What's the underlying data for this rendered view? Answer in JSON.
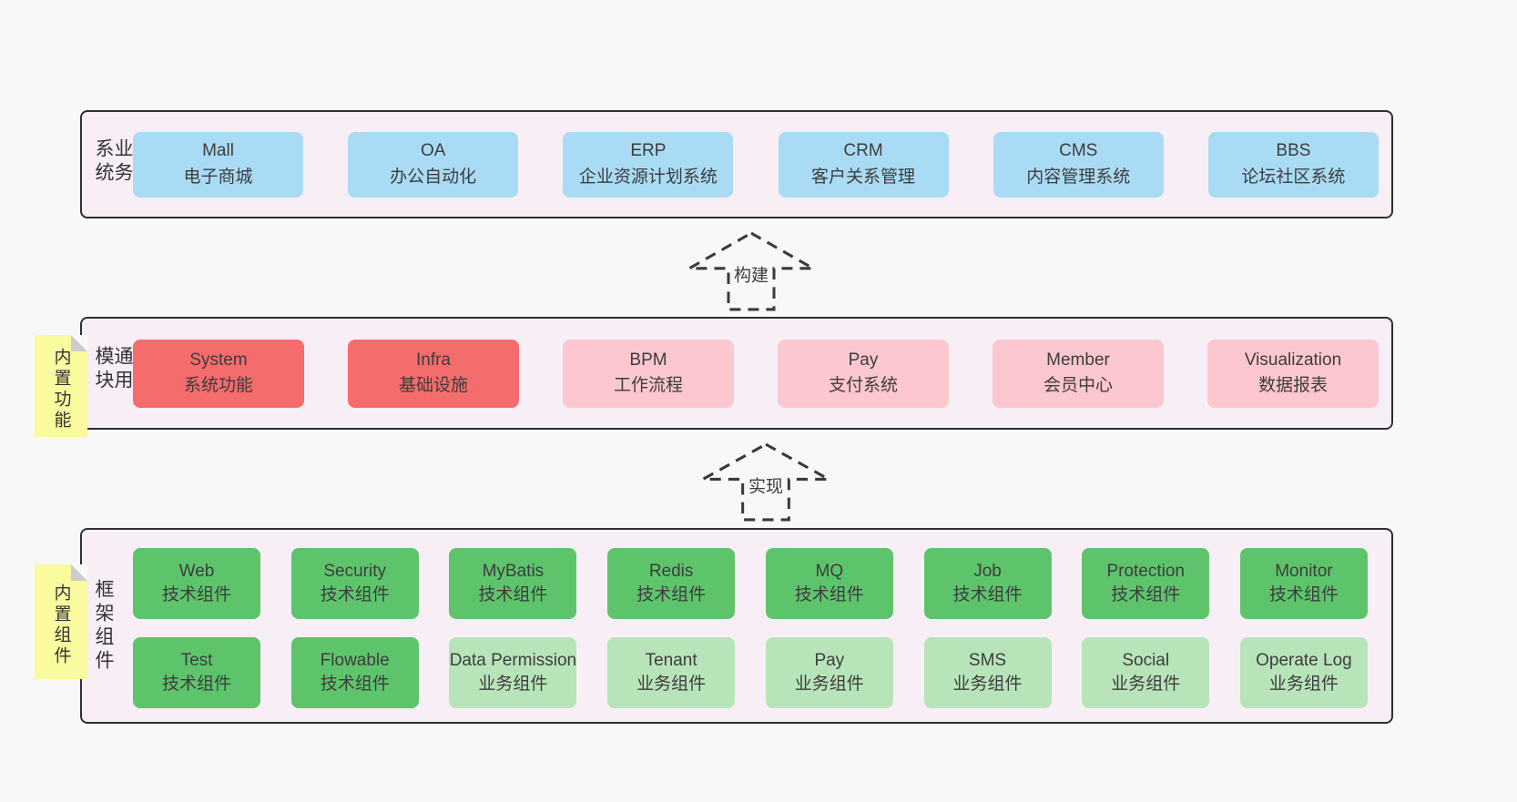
{
  "colors": {
    "page_bg": "#f8f8f8",
    "panel_bg": "#f8eef6",
    "panel_border": "#2f2f2f",
    "blue": "#a9dbf5",
    "red": "#f56c6c",
    "pink": "#fcc7cf",
    "green_dark": "#5ec46c",
    "green_light": "#b8e4ba",
    "yellow": "#fafa9e",
    "fold": "#cccccc",
    "text": "#3d3d3d"
  },
  "sections": [
    {
      "label": "业务系统",
      "boxes": [
        {
          "title": "Mall",
          "subtitle": "电子商城"
        },
        {
          "title": "OA",
          "subtitle": "办公自动化"
        },
        {
          "title": "ERP",
          "subtitle": "企业资源计划系统"
        },
        {
          "title": "CRM",
          "subtitle": "客户关系管理"
        },
        {
          "title": "CMS",
          "subtitle": "内容管理系统"
        },
        {
          "title": "BBS",
          "subtitle": "论坛社区系统"
        }
      ]
    },
    {
      "label": "通用模块",
      "sticky": "内置功能",
      "boxes": [
        {
          "title": "System",
          "subtitle": "系统功能"
        },
        {
          "title": "Infra",
          "subtitle": "基础设施"
        },
        {
          "title": "BPM",
          "subtitle": "工作流程"
        },
        {
          "title": "Pay",
          "subtitle": "支付系统"
        },
        {
          "title": "Member",
          "subtitle": "会员中心"
        },
        {
          "title": "Visualization",
          "subtitle": "数据报表"
        }
      ]
    },
    {
      "label": "框架组件",
      "sticky": "内置组件",
      "row1": [
        {
          "title": "Web",
          "subtitle": "技术组件"
        },
        {
          "title": "Security",
          "subtitle": "技术组件"
        },
        {
          "title": "MyBatis",
          "subtitle": "技术组件"
        },
        {
          "title": "Redis",
          "subtitle": "技术组件"
        },
        {
          "title": "MQ",
          "subtitle": "技术组件"
        },
        {
          "title": "Job",
          "subtitle": "技术组件"
        },
        {
          "title": "Protection",
          "subtitle": "技术组件"
        },
        {
          "title": "Monitor",
          "subtitle": "技术组件"
        }
      ],
      "row2": [
        {
          "title": "Test",
          "subtitle": "技术组件"
        },
        {
          "title": "Flowable",
          "subtitle": "技术组件"
        },
        {
          "title": "Data Permission",
          "subtitle": "业务组件"
        },
        {
          "title": "Tenant",
          "subtitle": "业务组件"
        },
        {
          "title": "Pay",
          "subtitle": "业务组件"
        },
        {
          "title": "SMS",
          "subtitle": "业务组件"
        },
        {
          "title": "Social",
          "subtitle": "业务组件"
        },
        {
          "title": "Operate Log",
          "subtitle": "业务组件"
        }
      ]
    }
  ],
  "arrows": [
    {
      "label": "构建"
    },
    {
      "label": "实现"
    }
  ]
}
